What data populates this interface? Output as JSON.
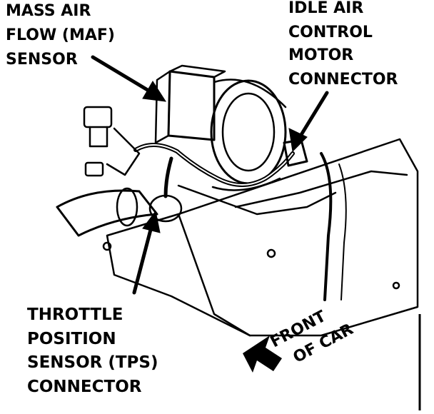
{
  "labels": {
    "maf": [
      "MASS AIR",
      "FLOW (MAF)",
      "SENSOR"
    ],
    "iac": [
      "IDLE AIR",
      "CONTROL",
      "MOTOR",
      "CONNECTOR"
    ],
    "tps": [
      "THROTTLE",
      "POSITION",
      "SENSOR (TPS)",
      "CONNECTOR"
    ],
    "front": [
      "FRONT",
      "OF CAR"
    ]
  },
  "colors": {
    "ink": "#000000",
    "paper": "#ffffff"
  }
}
